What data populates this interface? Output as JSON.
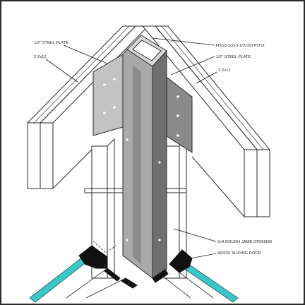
{
  "diagram": {
    "callouts": {
      "steel_plate_left": "1/2\" STEEL PLATE",
      "joists_left": "2-2x12",
      "post": "HSS3-1/2x3-1/2x3/8 POST",
      "steel_plate_right": "1/2\" STEEL PLATE",
      "joists_right": "2-2x12",
      "jamb": "2x4 ROUGH JAMB OPENING",
      "door": "WOOD SLIDING DOOR"
    },
    "colors": {
      "steel": "#b9b9b9",
      "steel_dark": "#7d7d7d",
      "wood": "#ffffff",
      "outline": "#2a2a2a",
      "glass": "#3cc6c8",
      "door_frame": "#111111"
    }
  }
}
